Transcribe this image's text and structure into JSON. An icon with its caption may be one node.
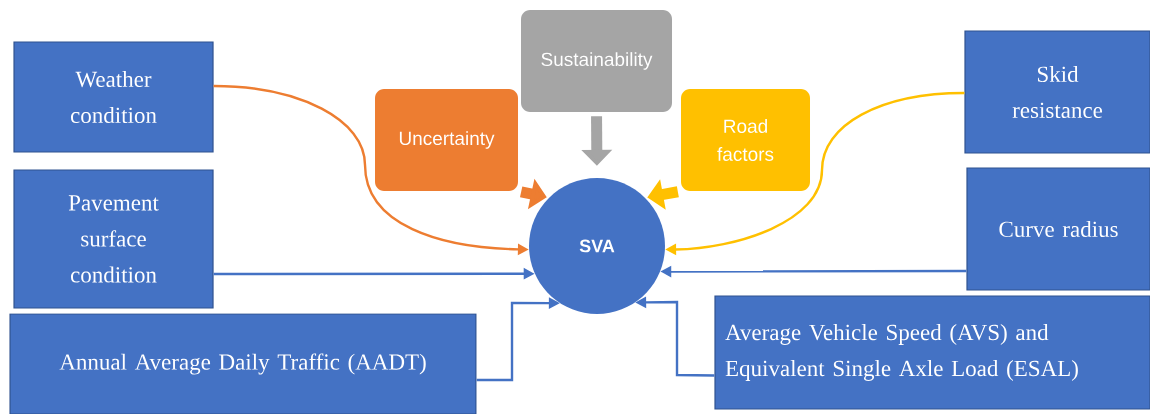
{
  "diagram": {
    "nodes": [
      {
        "text": [
          "Weather condition"
        ]
      },
      {
        "text": [
          "Pavement surface condition"
        ]
      },
      {
        "text": [
          "Annual Average Daily Traffic (AADT)"
        ]
      },
      {
        "text": [
          "Uncertainty"
        ]
      },
      {
        "text": [
          "Sustainability"
        ]
      },
      {
        "text": [
          "Road factors"
        ]
      },
      {
        "text": [
          "SVA"
        ]
      },
      {
        "text": [
          "Skid resistance"
        ]
      },
      {
        "text": [
          "Curve radius"
        ]
      },
      {
        "text": [
          "Average Vehicle Speed (AVS) and Equivalent Single Axle Load (ESAL)"
        ]
      }
    ],
    "edges": [
      {
        "from": 0,
        "to": 6,
        "arrow": "to",
        "color": "#ed7d31"
      },
      {
        "from": 3,
        "to": 6,
        "arrow": "to",
        "style": "thick",
        "color": "#ed7d31"
      },
      {
        "from": 4,
        "to": 6,
        "arrow": "to",
        "style": "thick",
        "color": "#a5a5a5"
      },
      {
        "from": 5,
        "to": 6,
        "arrow": "to",
        "style": "thick",
        "color": "#ffc000"
      },
      {
        "from": 7,
        "to": 6,
        "arrow": "to",
        "color": "#ffc000"
      },
      {
        "from": 1,
        "to": 6,
        "arrow": "to"
      },
      {
        "from": 8,
        "to": 6,
        "arrow": "to"
      },
      {
        "from": 2,
        "to": 6,
        "arrow": "to"
      },
      {
        "from": 9,
        "to": 6,
        "arrow": "to"
      }
    ]
  }
}
